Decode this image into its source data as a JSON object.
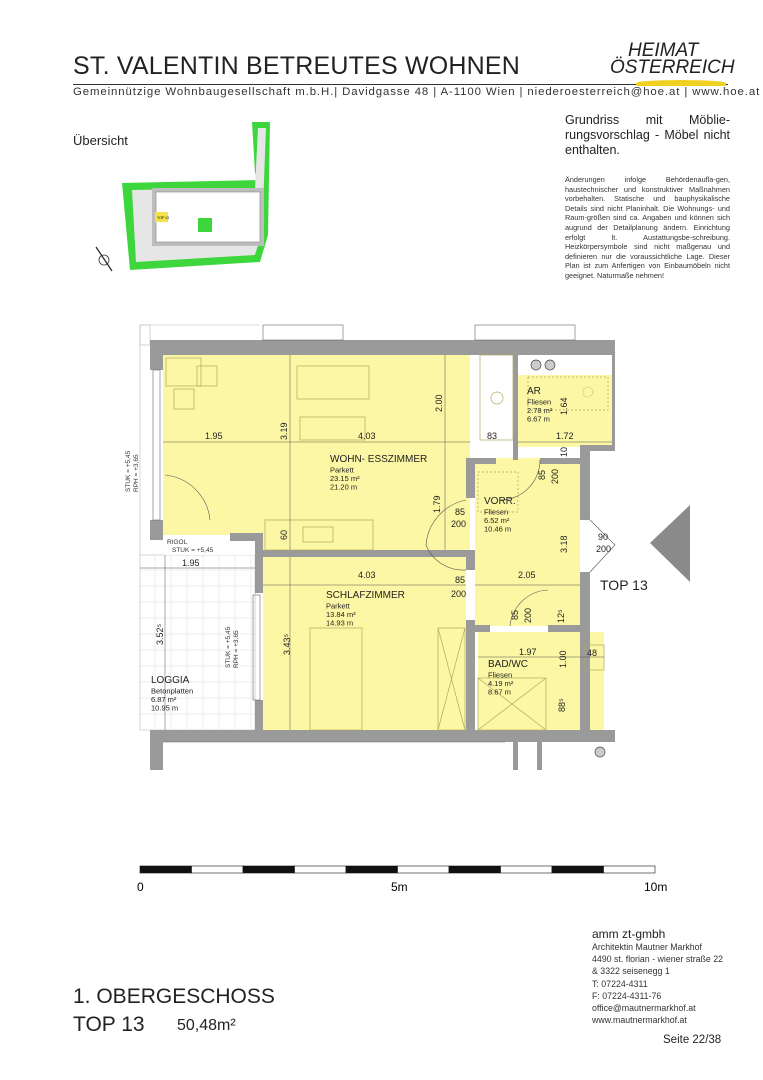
{
  "header": {
    "title": "ST. VALENTIN BETREUTES WOHNEN",
    "subline": "Gemeinnützige Wohnbaugesellschaft m.b.H.| Davidgasse 48  | A-1100 Wien | niederoesterreich@hoe.at | www.hoe.at",
    "logo_line1": "HEIMAT",
    "logo_line2": "ÖSTERREICH",
    "logo_color": "#f0d020"
  },
  "overview": {
    "label": "Übersicht",
    "unit_marker": "TOP 13"
  },
  "notes": {
    "heading": "Grundriss mit Möblie-rungsvorschlag - Möbel nicht enthalten.",
    "body": "Änderungen infolge Behördenaufla-gen, haustechnischer und konstruktiver Maßnahmen vorbehalten. Statische und bauphysikalische Details sind nicht Planinhalt. Die Wohnungs- und Raum-größen sind ca. Angaben und können sich augrund der Detailplanung ändern. Einrichtung erfolgt lt. Austattungsbe-schreibung. Heizkörpersymbole sind nicht maßgenau und definieren nur die voraussichtliche Lage. Dieser Plan ist zum Anfertigen von Einbaumöbeln nicht geeignet. Naturmaße nehmen!"
  },
  "plan": {
    "rooms": [
      {
        "name": "WOHN- ESSZIMMER",
        "floor": "Parkett",
        "area": "23.15 m²",
        "perimeter": "21.20 m"
      },
      {
        "name": "AR",
        "floor": "Fliesen",
        "area": "2.78 m²",
        "perimeter": "6.67 m"
      },
      {
        "name": "VORR.",
        "floor": "Fliesen",
        "area": "6.52 m²",
        "perimeter": "10.46 m"
      },
      {
        "name": "SCHLAFZIMMER",
        "floor": "Parkett",
        "area": "13.84 m²",
        "perimeter": "14.93 m"
      },
      {
        "name": "BAD/WC",
        "floor": "Fliesen",
        "area": "4.19 m²",
        "perimeter": "8.67 m"
      },
      {
        "name": "LOGGIA",
        "floor": "Betonplatten",
        "area": "6.87 m²",
        "perimeter": "10.95 m"
      }
    ],
    "dims": {
      "d195a": "1.95",
      "d319": "3.19",
      "d403a": "4.03",
      "d200": "2.00",
      "d83": "83",
      "d172": "1.72",
      "d164": "1.64",
      "d10": "10",
      "d85a": "85",
      "d200a": "200",
      "d179": "1.79",
      "d85b": "85",
      "d200b": "200",
      "d60": "60",
      "d318": "3.18",
      "d90": "90",
      "d200c": "200",
      "d195b": "1.95",
      "d403b": "4.03",
      "d85c": "85",
      "d200d": "200",
      "d205": "2.05",
      "d85d": "85",
      "d200e": "200",
      "d125": "12⁵",
      "d3435": "3.43⁵",
      "d3525": "3.52⁵",
      "d197": "1.97",
      "d100": "1.00",
      "d48": "48",
      "d885": "88⁵"
    },
    "labels": {
      "rigol": "RIGOL",
      "stuk1": "STUK = +5,45",
      "stuk_left": "STUK = +5,45",
      "rph_left": "RPH = +3,65",
      "stuk_mid": "STUK = +5,45",
      "rph_mid": "RPH = +3,65",
      "top": "TOP 13"
    },
    "colors": {
      "room": "#fbf7a4",
      "wall": "#9a9a9a"
    }
  },
  "scale": {
    "start": "0",
    "mid": "5m",
    "end": "10m"
  },
  "footer": {
    "floor": "1. OBERGESCHOSS",
    "unit": "TOP 13",
    "area": "50,48m²"
  },
  "architect": {
    "name": "amm zt-gmbh",
    "lines": [
      "Architektin Mautner Markhof",
      "4490 st. florian - wiener straße 22",
      "& 3322 seisenegg 1",
      "T: 07224-4311",
      "F: 07224-4311-76",
      "office@mautnermarkhof.at",
      "www.mautnermarkhof.at"
    ],
    "page": "Seite 22/38"
  }
}
